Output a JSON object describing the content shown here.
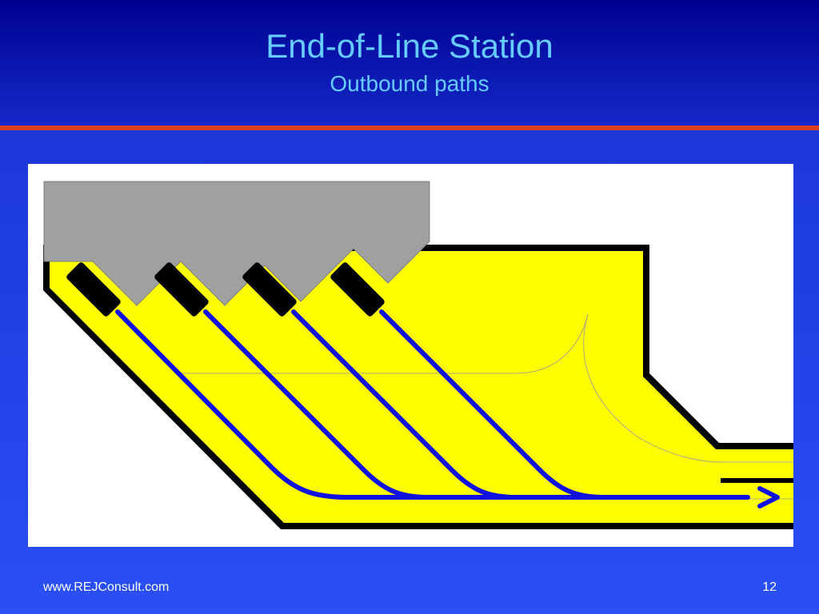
{
  "slide": {
    "title": "End-of-Line Station",
    "subtitle": "Outbound paths",
    "footer_url": "www.REJConsult.com",
    "page_number": "12"
  },
  "diagram": {
    "vehicle_count": 4,
    "colors": {
      "header_dark": "#00008f",
      "background_blue": "#2a4ff5",
      "title_cyan": "#66ccff",
      "divider_red": "#d84020",
      "station_yellow": "#ffff00",
      "building_gray": "#a0a0a0",
      "path_blue": "#1010e0",
      "vehicle_black": "#000000"
    }
  }
}
